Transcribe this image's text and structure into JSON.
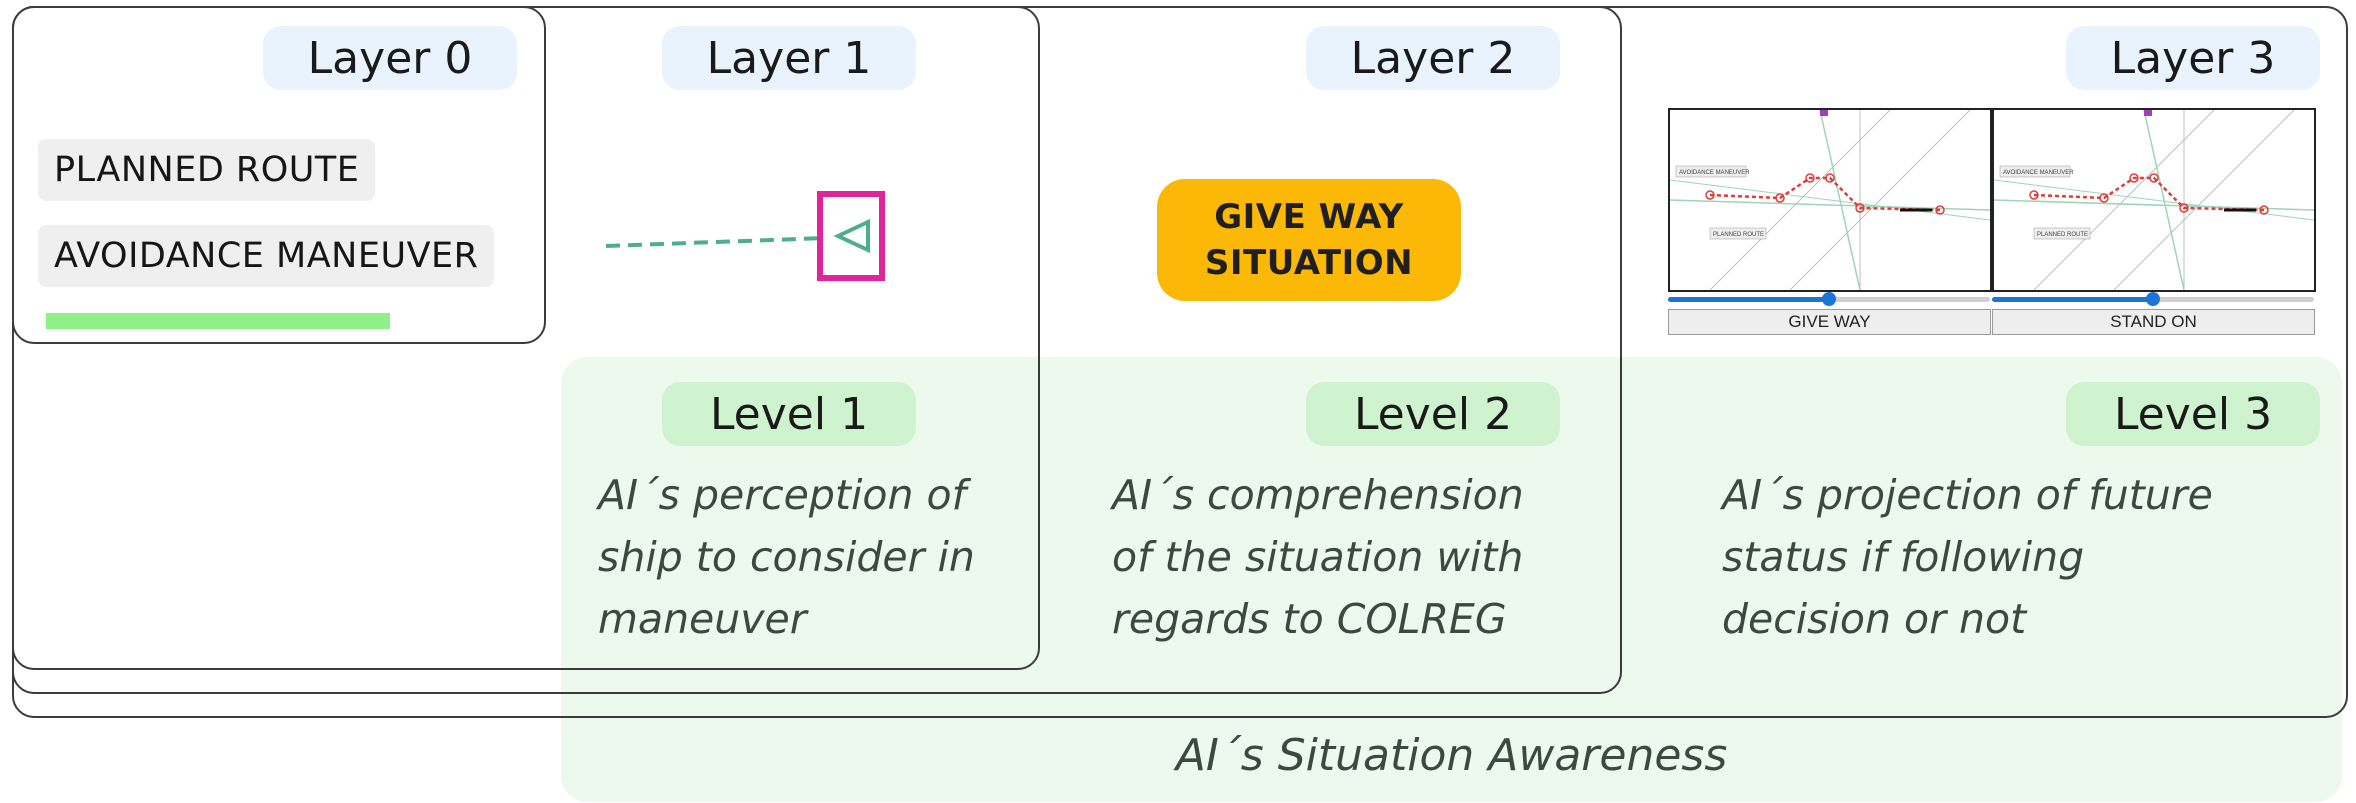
{
  "layers": {
    "layer0": "Layer 0",
    "layer1": "Layer 1",
    "layer2": "Layer 2",
    "layer3": "Layer 3"
  },
  "layer0_tags": {
    "planned_route": "PLANNED ROUTE",
    "avoidance_maneuver": "AVOIDANCE MANEUVER"
  },
  "badge": {
    "line1": "GIVE WAY",
    "line2": "SITUATION"
  },
  "layer3_panels": [
    {
      "panel_label_top": "AVOIDANCE MANEUVER",
      "panel_label_bottom": "PLANNED ROUTE",
      "slider_value": 0.5,
      "button_label": "GIVE WAY"
    },
    {
      "panel_label_top": "AVOIDANCE MANEUVER",
      "panel_label_bottom": "PLANNED ROUTE",
      "slider_value": 0.5,
      "button_label": "STAND ON"
    }
  ],
  "levels": {
    "level1": "Level 1",
    "level2": "Level 2",
    "level3": "Level 3"
  },
  "descriptions": {
    "level1": [
      "AI´s perception of",
      "ship to consider in",
      "maneuver"
    ],
    "level2": [
      "AI´s comprehension",
      "of the situation with",
      "regards to COLREG"
    ],
    "level3": [
      "AI´s projection of future",
      "status if following",
      "decision or not"
    ]
  },
  "footer": "AI´s Situation Awareness",
  "colors": {
    "level_panel": "#eef9ee",
    "layer_pill": "#e9f3fd",
    "level_pill": "#cff3cf",
    "badge": "#fbb807",
    "route_green": "#8ff08a",
    "target_magenta": "#e0249a",
    "track_teal": "#4dae8c",
    "slider_blue": "#1b74d8"
  }
}
